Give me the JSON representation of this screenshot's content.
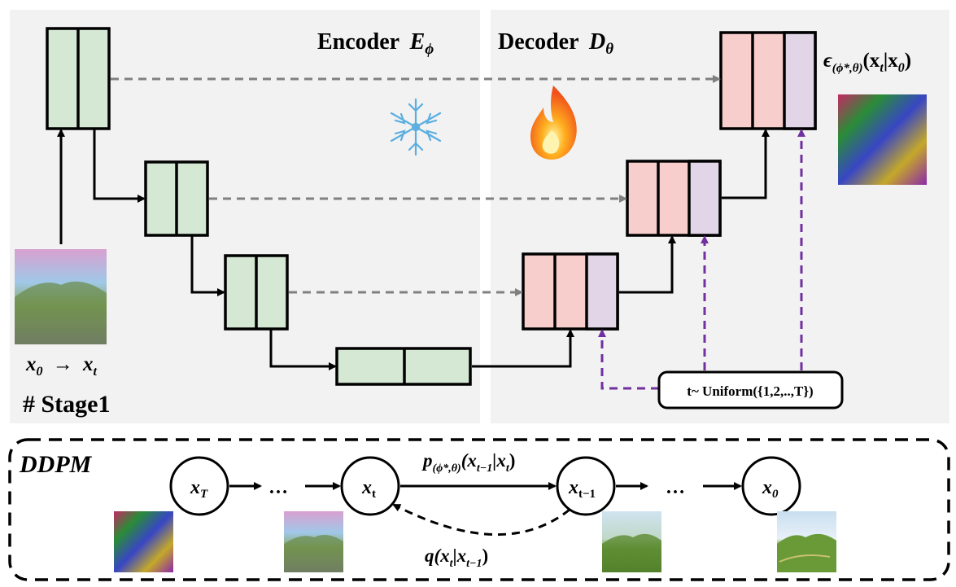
{
  "encoder": {
    "label": "Encoder",
    "symbol": "E",
    "subscript": "ϕ"
  },
  "decoder": {
    "label": "Decoder",
    "symbol": "D",
    "subscript": "θ"
  },
  "output_label": {
    "eps": "ϵ",
    "sub": "(ϕ*,θ)",
    "expr": "(x",
    "expr_sub": "t",
    "expr_rest": "|x",
    "expr_sub2": "0",
    "close": ")"
  },
  "input_label": {
    "x0": "x",
    "x0_sub": "0",
    "arrow": "→",
    "xt": "x",
    "xt_sub": "t"
  },
  "stage_label": "# Stage1",
  "timestep_box": "t~ Uniform({1,2,..,T})",
  "ddpm": {
    "title": "DDPM",
    "nodes": [
      {
        "var": "x",
        "sub": "T"
      },
      {
        "var": "x",
        "sub": "t"
      },
      {
        "var": "x",
        "sub": "t−1"
      },
      {
        "var": "x",
        "sub": "0"
      }
    ],
    "ellipsis": "…",
    "forward_label": {
      "p": "p",
      "p_sub": "(ϕ*,θ)",
      "open": "(x",
      "s1": "t−1",
      "bar": "|x",
      "s2": "t",
      "close": ")"
    },
    "reverse_label": {
      "q": "q",
      "open": "(x",
      "s1": "t",
      "bar": "|x",
      "s2": "t−1",
      "close": ")"
    }
  },
  "icons": {
    "frozen": "snowflake-icon",
    "trainable": "fire-icon"
  },
  "colors": {
    "encoder_block": "#d5e8d4",
    "decoder_block": "#f8cecc",
    "time_embed": "#e1d5e7",
    "skip_arrow": "#808080",
    "time_arrow": "#7030a0",
    "panel_bg": "#f2f2f2"
  }
}
